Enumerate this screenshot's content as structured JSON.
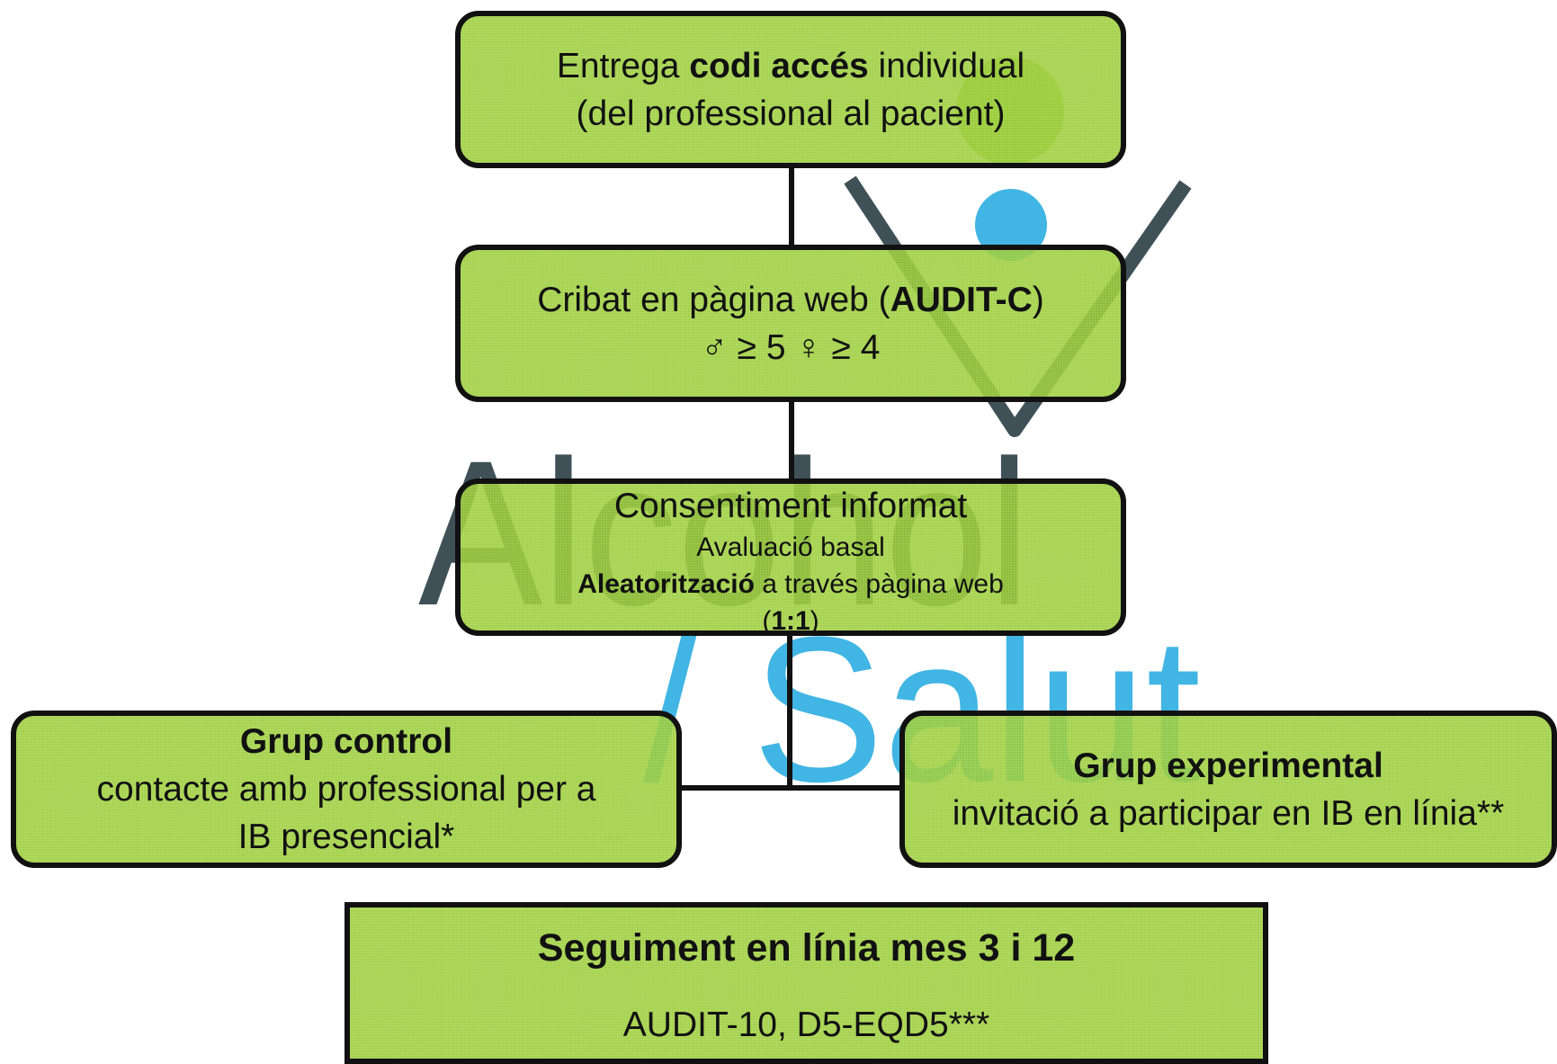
{
  "watermark": {
    "text_line1": "Alcohol",
    "text_line2": "/ Salut",
    "colors": {
      "dark": "#3f5157",
      "blue": "#41b5e4",
      "green": "#8ec641"
    }
  },
  "colors": {
    "box_fill": "#99cc33",
    "border": "#111111",
    "connector": "#111111"
  },
  "steps": {
    "acces": {
      "line1_pre": "Entrega ",
      "line1_bold": "codi accés",
      "line1_post": " individual",
      "line2": "(del professional al pacient)"
    },
    "cribat": {
      "line1_pre": "Cribat en pàgina web (",
      "line1_bold": "AUDIT-C",
      "line1_post": ")",
      "line2": "♂ ≥ 5 ♀ ≥ 4"
    },
    "consent": {
      "line1": "Consentiment informat",
      "line2": "Avaluació basal",
      "line3_bold": "Aleatorització",
      "line3_post": " a través pàgina web",
      "line4_pre": "(",
      "line4_bold": "1:1",
      "line4_post": ")"
    },
    "control": {
      "title": "Grup control",
      "line2": "contacte amb professional per a",
      "line3": "IB presencial*"
    },
    "experimental": {
      "title": "Grup experimental",
      "line2": "invitació a participar en IB en línia**"
    },
    "seguiment": {
      "title": "Seguiment en línia mes 3 i 12",
      "line2": "AUDIT-10, D5-EQD5***"
    }
  }
}
